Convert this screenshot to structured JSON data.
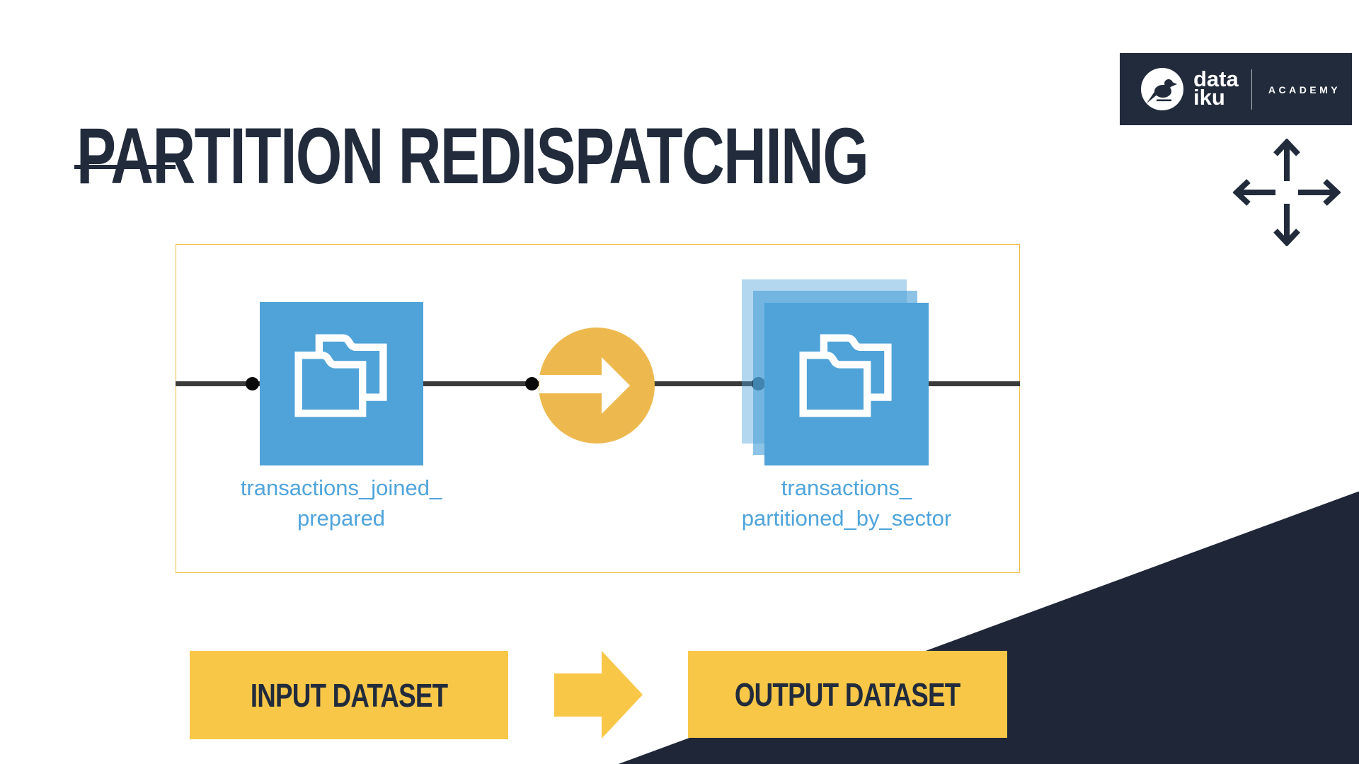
{
  "title": "PARTITION REDISPATCHING",
  "logo": {
    "brand_top": "data",
    "brand_bottom": "iku",
    "suffix": "ACADEMY"
  },
  "flow": {
    "input_node": {
      "label_line1": "transactions_joined_",
      "label_line2": "prepared"
    },
    "output_node": {
      "label_line1": "transactions_",
      "label_line2": "partitioned_by_sector"
    }
  },
  "legend": {
    "input_label": "INPUT DATASET",
    "output_label": "OUTPUT DATASET"
  },
  "colors": {
    "navy": "#212B3C",
    "navy-dark": "#1E2637",
    "yellow": "#F9C748",
    "yellow-deep": "#EDB94E",
    "gold-border": "#F5BE45",
    "blue": "#4FA3D8",
    "blue-label": "#4FA4DC",
    "line": "#3B3B3B"
  }
}
